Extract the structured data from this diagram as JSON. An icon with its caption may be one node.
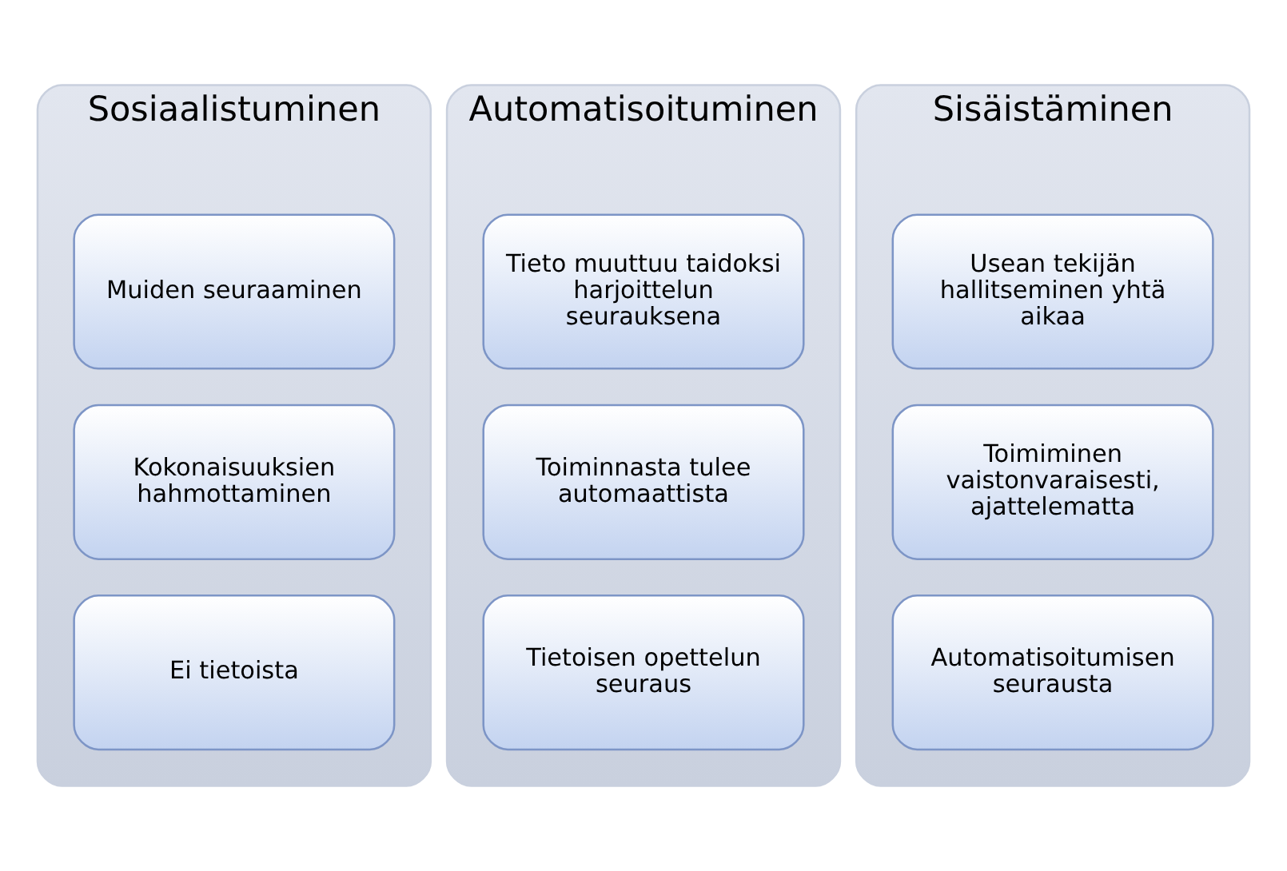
{
  "diagram": {
    "nodes": [
      {
        "text": [
          "Sosiaalistuminen"
        ]
      },
      {
        "text": [
          "Muiden seuraaminen"
        ],
        "in": 0
      },
      {
        "text": [
          "Kokonaisuuksien hahmottaminen"
        ],
        "in": 0
      },
      {
        "text": [
          "Ei tietoista"
        ],
        "in": 0
      },
      {
        "text": [
          "Automatisoituminen"
        ]
      },
      {
        "text": [
          "Tieto muuttuu taidoksi harjoittelun seurauksena"
        ],
        "in": 4
      },
      {
        "text": [
          "Toiminnasta tulee automaattista"
        ],
        "in": 4
      },
      {
        "text": [
          "Tietoisen opettelun seuraus"
        ],
        "in": 4
      },
      {
        "text": [
          "Sisäistäminen"
        ]
      },
      {
        "text": [
          "Usean tekijän hallitseminen yhtä aikaa"
        ],
        "in": 8
      },
      {
        "text": [
          "Toimiminen vaistonvaraisesti, ajattelematta"
        ],
        "in": 8
      },
      {
        "text": [
          "Automatisoitumisen seurausta"
        ],
        "in": 8
      }
    ],
    "edges": []
  }
}
